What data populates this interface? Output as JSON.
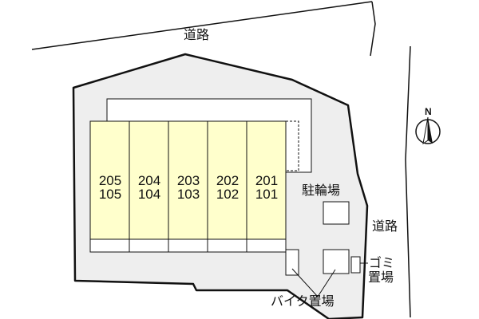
{
  "roads": {
    "top_label": "道路",
    "right_label": "道路"
  },
  "building": {
    "units": [
      {
        "upper": "205",
        "lower": "105"
      },
      {
        "upper": "204",
        "lower": "104"
      },
      {
        "upper": "203",
        "lower": "103"
      },
      {
        "upper": "202",
        "lower": "102"
      },
      {
        "upper": "201",
        "lower": "101"
      }
    ]
  },
  "facilities": {
    "bicycle_parking": "駐輪場",
    "garbage_line1": "ゴミ",
    "garbage_line2": "置場",
    "motorbike_parking": "バイク置場"
  },
  "compass": {
    "north_label": "N"
  },
  "colors": {
    "unit_fill": "#ffffcc",
    "lot_fill": "#eeeeee",
    "line": "#111111"
  }
}
